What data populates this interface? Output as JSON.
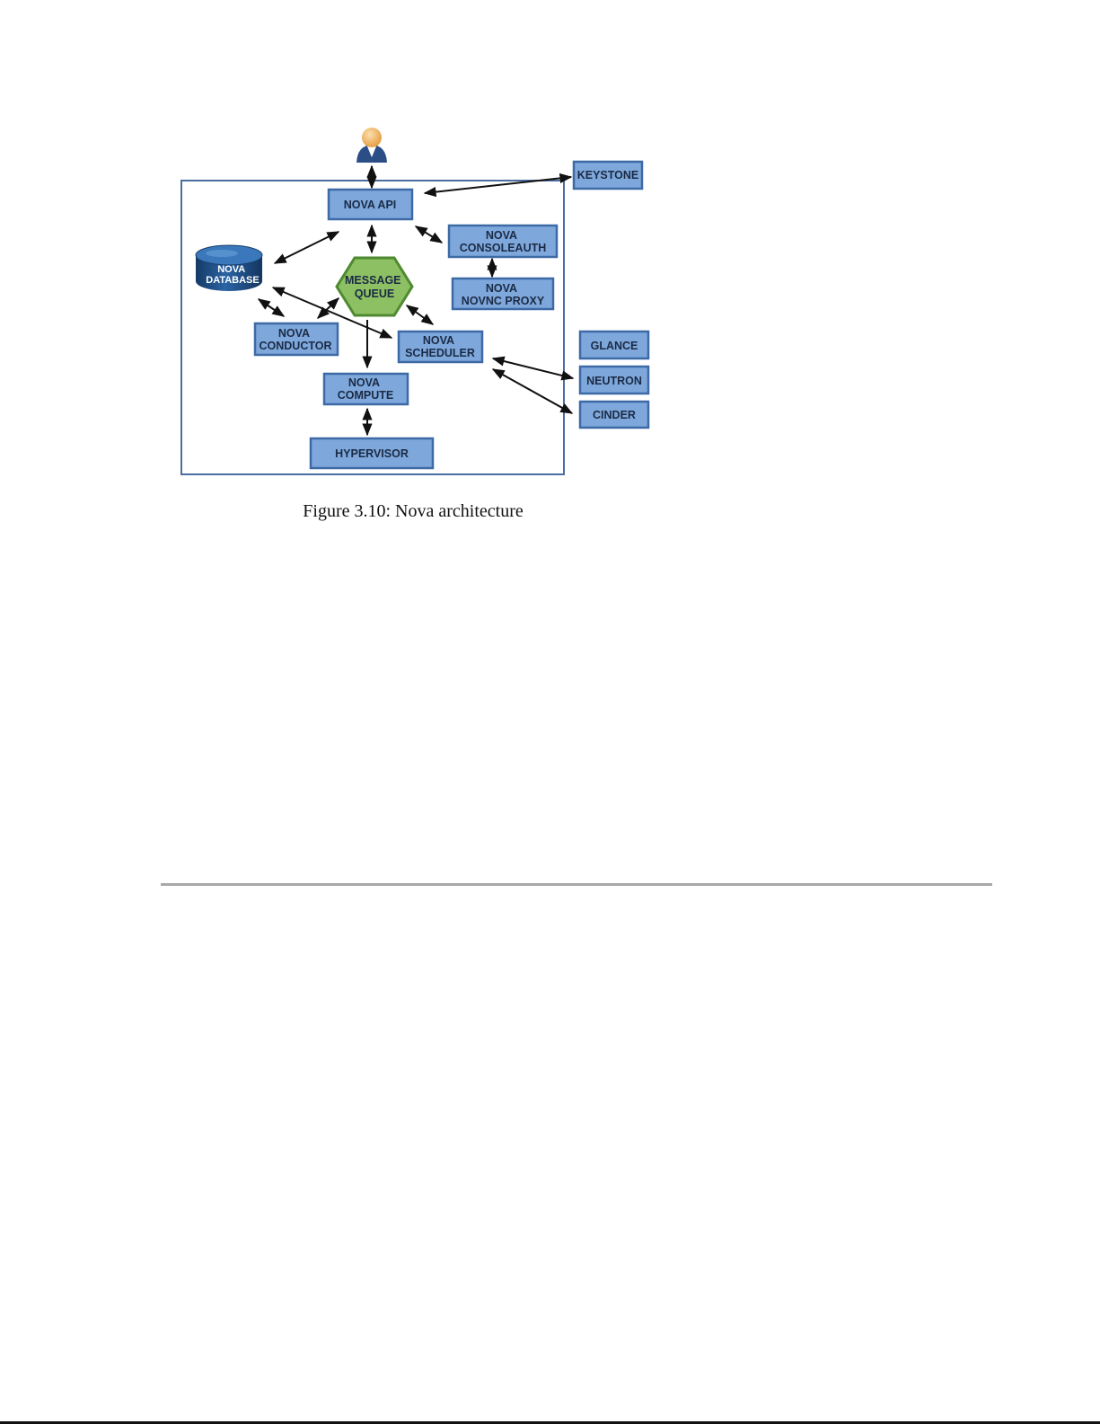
{
  "figure": {
    "caption": "Figure 3.10: Nova architecture",
    "nodes": {
      "nova_api": [
        "NOVA API"
      ],
      "keystone": [
        "KEYSTONE"
      ],
      "nova_consoleauth": [
        "NOVA",
        "CONSOLEAUTH"
      ],
      "nova_novnc_proxy": [
        "NOVA",
        "NOVNC PROXY"
      ],
      "nova_database": [
        "NOVA",
        "DATABASE"
      ],
      "message_queue": [
        "MESSAGE",
        "QUEUE"
      ],
      "nova_conductor": [
        "NOVA",
        "CONDUCTOR"
      ],
      "nova_scheduler": [
        "NOVA",
        "SCHEDULER"
      ],
      "nova_compute": [
        "NOVA",
        "COMPUTE"
      ],
      "hypervisor": [
        "HYPERVISOR"
      ],
      "glance": [
        "GLANCE"
      ],
      "neutron": [
        "NEUTRON"
      ],
      "cinder": [
        "CINDER"
      ]
    },
    "colors": {
      "box_fill": "#7ea8dc",
      "box_border": "#3d6aa6",
      "frame": "#4a6e9e",
      "queue_fill": "#8cc063",
      "queue_border": "#4f8a30",
      "database": "#1e4f86",
      "arrow": "#111111",
      "user_head": "#f1b868",
      "user_body": "#2b4e86"
    }
  }
}
